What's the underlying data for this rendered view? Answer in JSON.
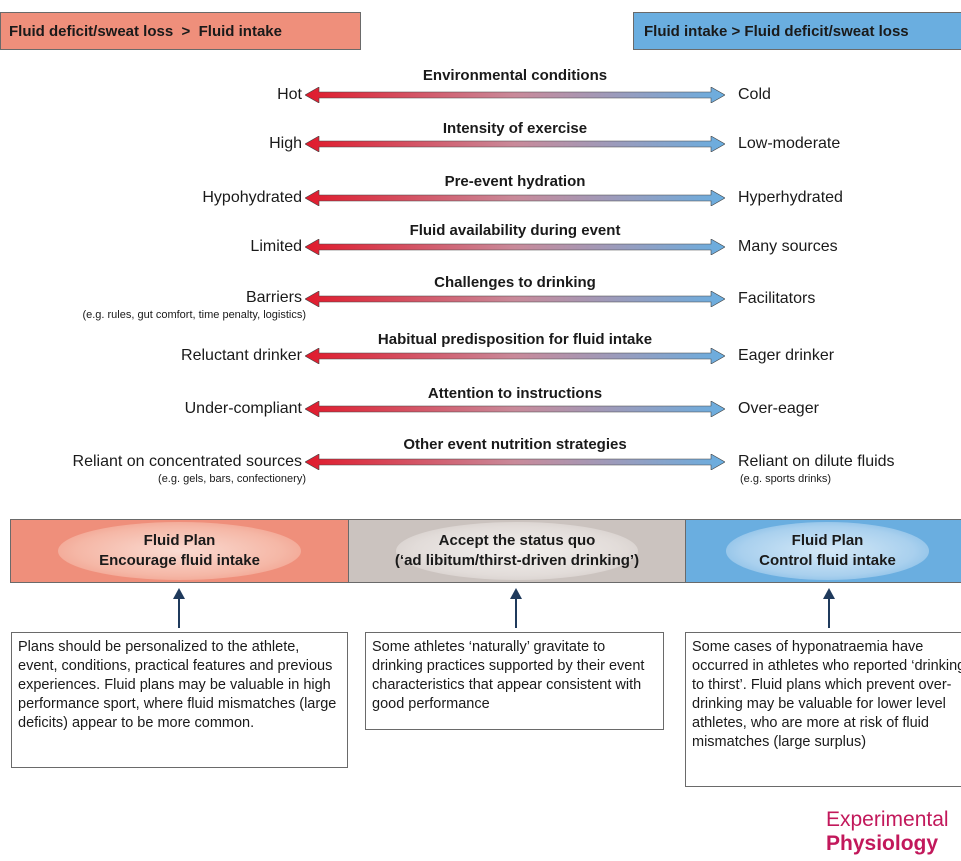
{
  "header": {
    "left": "Fluid deficit/sweat loss  >  Fluid intake",
    "right": "Fluid intake > Fluid deficit/sweat loss"
  },
  "colors": {
    "red": "#e01a2c",
    "blue": "#6aaee0",
    "salmon": "#ef8f7b",
    "grey": "#cbc3bf",
    "journal": "#c2185b"
  },
  "factors": [
    {
      "title": "Environmental conditions",
      "left": "Hot",
      "right": "Cold",
      "left_sub": "",
      "right_sub": ""
    },
    {
      "title": "Intensity of exercise",
      "left": "High",
      "right": "Low-moderate",
      "left_sub": "",
      "right_sub": ""
    },
    {
      "title": "Pre-event hydration",
      "left": "Hypohydrated",
      "right": "Hyperhydrated",
      "left_sub": "",
      "right_sub": ""
    },
    {
      "title": "Fluid availability during event",
      "left": "Limited",
      "right": "Many sources",
      "left_sub": "",
      "right_sub": ""
    },
    {
      "title": "Challenges to drinking",
      "left": "Barriers",
      "right": "Facilitators",
      "left_sub": "(e.g. rules, gut comfort, time penalty, logistics)",
      "right_sub": ""
    },
    {
      "title": "Habitual predisposition for fluid intake",
      "left": "Reluctant drinker",
      "right": "Eager drinker",
      "left_sub": "",
      "right_sub": ""
    },
    {
      "title": "Attention to instructions",
      "left": "Under-compliant",
      "right": "Over-eager",
      "left_sub": "",
      "right_sub": ""
    },
    {
      "title": "Other event nutrition strategies",
      "left": "Reliant on concentrated sources",
      "right": "Reliant on dilute fluids",
      "left_sub": "(e.g. gels, bars, confectionery)",
      "right_sub": "(e.g. sports drinks)"
    }
  ],
  "plans": {
    "left": {
      "line1": "Fluid Plan",
      "line2": "Encourage fluid intake"
    },
    "middle": {
      "line1": "Accept the status quo",
      "line2": "(‘ad libitum/thirst-driven drinking’)"
    },
    "right": {
      "line1": "Fluid Plan",
      "line2": "Control fluid intake"
    }
  },
  "notes": {
    "left": "Plans should be personalized to the athlete, event, conditions, practical features and previous experiences. Fluid plans may be valuable in high performance sport, where fluid mismatches (large deficits) appear to be more common.",
    "middle": "Some athletes ‘naturally’ gravitate to drinking practices supported by their event characteristics that appear consistent with good performance",
    "right": "Some cases of hyponatraemia have occurred in athletes who reported ‘drinking to thirst’. Fluid plans which prevent over-drinking may be valuable for lower level athletes, who are more at risk of fluid mismatches (large surplus)"
  },
  "journal": {
    "line1": "Experimental",
    "line2": "Physiology"
  }
}
